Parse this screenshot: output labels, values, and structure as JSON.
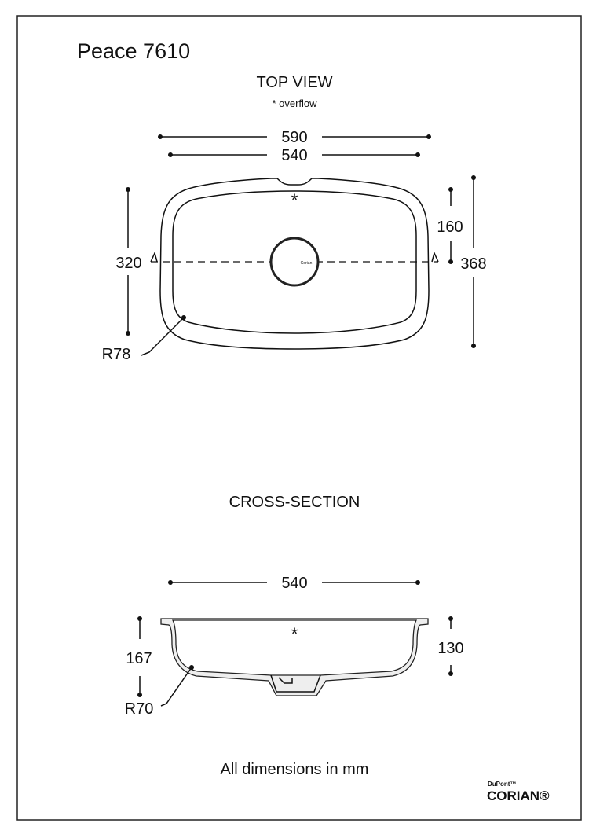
{
  "title": "Peace 7610",
  "top_view": {
    "heading": "TOP VIEW",
    "note": "* overflow",
    "overflow_marker": "*",
    "dim_overall_width": "590",
    "dim_bowl_width": "540",
    "dim_bowl_depth": "320",
    "dim_half_depth": "160",
    "dim_overall_depth": "368",
    "radius": "R78",
    "drain_label": "Corian"
  },
  "cross_section": {
    "heading": "CROSS-SECTION",
    "overflow_marker": "*",
    "dim_width": "540",
    "dim_total_height": "167",
    "dim_bowl_height": "130",
    "radius": "R70"
  },
  "footer": {
    "note": "All dimensions in mm",
    "brand_top": "DuPont™",
    "brand": "CORIAN®"
  }
}
